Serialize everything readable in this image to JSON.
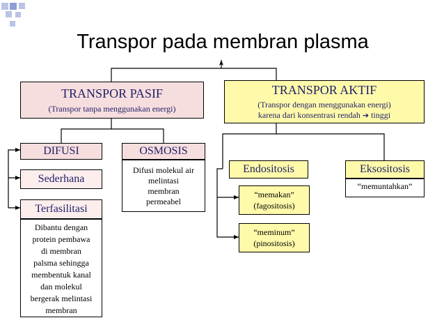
{
  "title": "Transpor pada membran plasma",
  "nodes": {
    "transpor_pasif": {
      "heading": "TRANSPOR PASIF",
      "sub": "(Transpor tanpa menggunakan energi)"
    },
    "transpor_aktif": {
      "heading": "TRANSPOR AKTIF",
      "sub_line1": "(Transpor dengan menggunakan energi)",
      "sub_line2": "karena dari konsentrasi rendah",
      "arrow": "➔",
      "sub_line2_end": "tinggi"
    },
    "difusi": "DIFUSI",
    "osmosis": "OSMOSIS",
    "osmosis_desc": [
      "Difusi molekul air",
      "melintasi",
      "membran",
      "permeabel"
    ],
    "sederhana": "Sederhana",
    "terfasilitasi": "Terfasilitasi",
    "terfasilitasi_desc": [
      "Dibantu dengan",
      "protein pembawa",
      "di membran",
      "palsma sehingga",
      "membentuk kanal",
      "dan molekul",
      "bergerak melintasi",
      "membran"
    ],
    "endositosis": "Endositosis",
    "eksositosis": "Eksositosis",
    "eksositosis_desc": "“memuntahkan”",
    "memakan": [
      "“memakan”",
      "(fagositosis)"
    ],
    "meminum": [
      "“meminum”",
      "(pinositosis)"
    ]
  },
  "colors": {
    "pasif_fill": "#f7dede",
    "aktif_fill": "#fffaaa",
    "decoration": "#b9c3e6"
  }
}
